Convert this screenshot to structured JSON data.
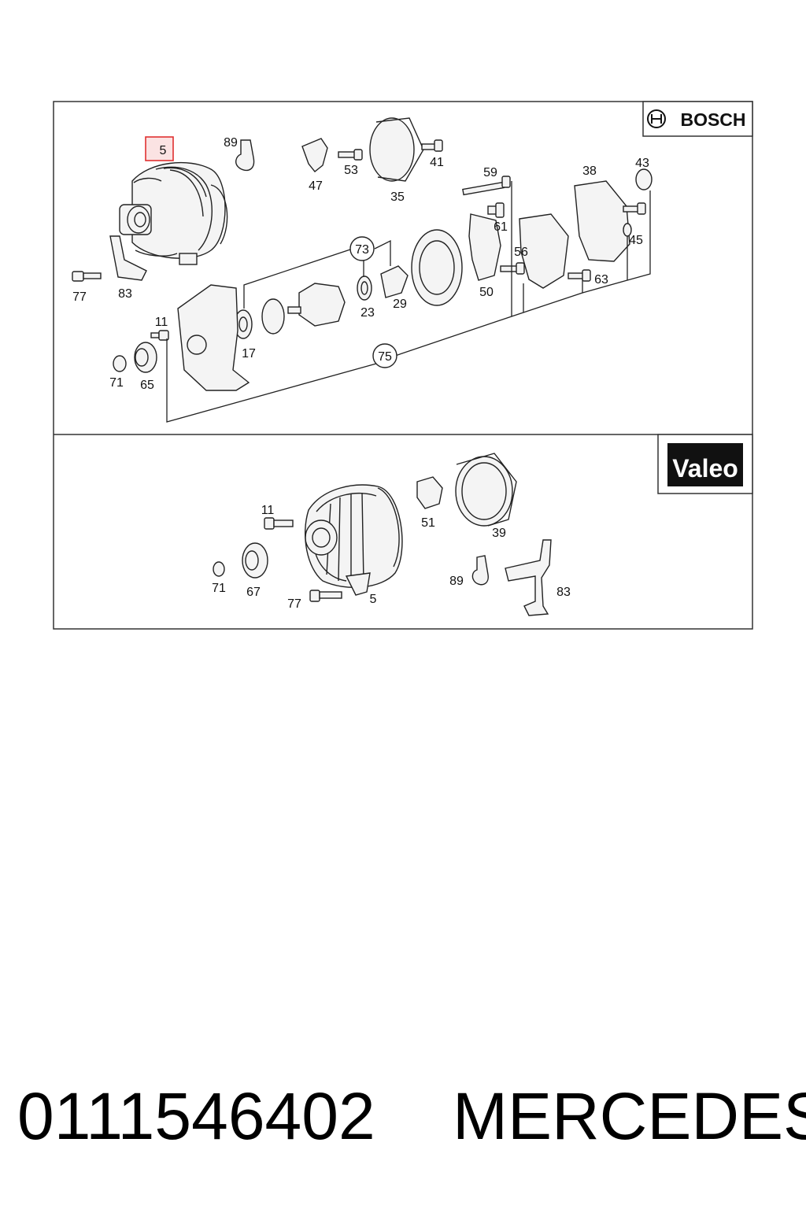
{
  "brands": {
    "top": "BOSCH",
    "bottom": "Valeo"
  },
  "bosch_callouts": {
    "c5": "5",
    "c89": "89",
    "c47": "47",
    "c53": "53",
    "c35": "35",
    "c41": "41",
    "c59": "59",
    "c38": "38",
    "c43": "43",
    "c61": "61",
    "c45": "45",
    "c56": "56",
    "c50": "50",
    "c63": "63",
    "c73": "73",
    "c23": "23",
    "c29": "29",
    "c77": "77",
    "c83": "83",
    "c11": "11",
    "c17": "17",
    "c75": "75",
    "c71": "71",
    "c65": "65"
  },
  "valeo_callouts": {
    "c11": "11",
    "c51": "51",
    "c39": "39",
    "c71": "71",
    "c67": "67",
    "c77": "77",
    "c5": "5",
    "c89": "89",
    "c83": "83"
  },
  "highlighted_part": "5",
  "colors": {
    "highlight": "#e03030",
    "line": "#222222",
    "valeo_bg": "#111111"
  },
  "footer": {
    "part_number": "0111546402",
    "brand": "MERCEDES"
  }
}
